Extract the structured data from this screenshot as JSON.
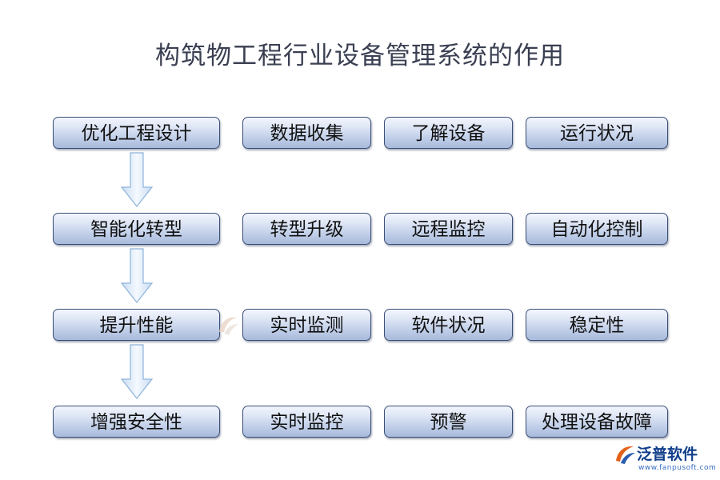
{
  "title": "构筑物工程行业设备管理系统的作用",
  "rows": [
    {
      "main": "优化工程设计",
      "items": [
        "数据收集",
        "了解设备",
        "运行状况"
      ]
    },
    {
      "main": "智能化转型",
      "items": [
        "转型升级",
        "远程监控",
        "自动化控制"
      ]
    },
    {
      "main": "提升性能",
      "items": [
        "实时监测",
        "软件状况",
        "稳定性"
      ]
    },
    {
      "main": "增强安全性",
      "items": [
        "实时监控",
        "预警",
        "处理设备故障"
      ]
    }
  ],
  "brand": {
    "name": "泛普软件",
    "url": "www.fanpusoft.com"
  },
  "colors": {
    "box_top": "#f2f5fc",
    "box_bottom": "#a8badb",
    "box_border": "#3b4f78",
    "arrow_fill": "#dbe9f7",
    "arrow_stroke": "#8fb3dc",
    "title": "#3a3f52"
  }
}
